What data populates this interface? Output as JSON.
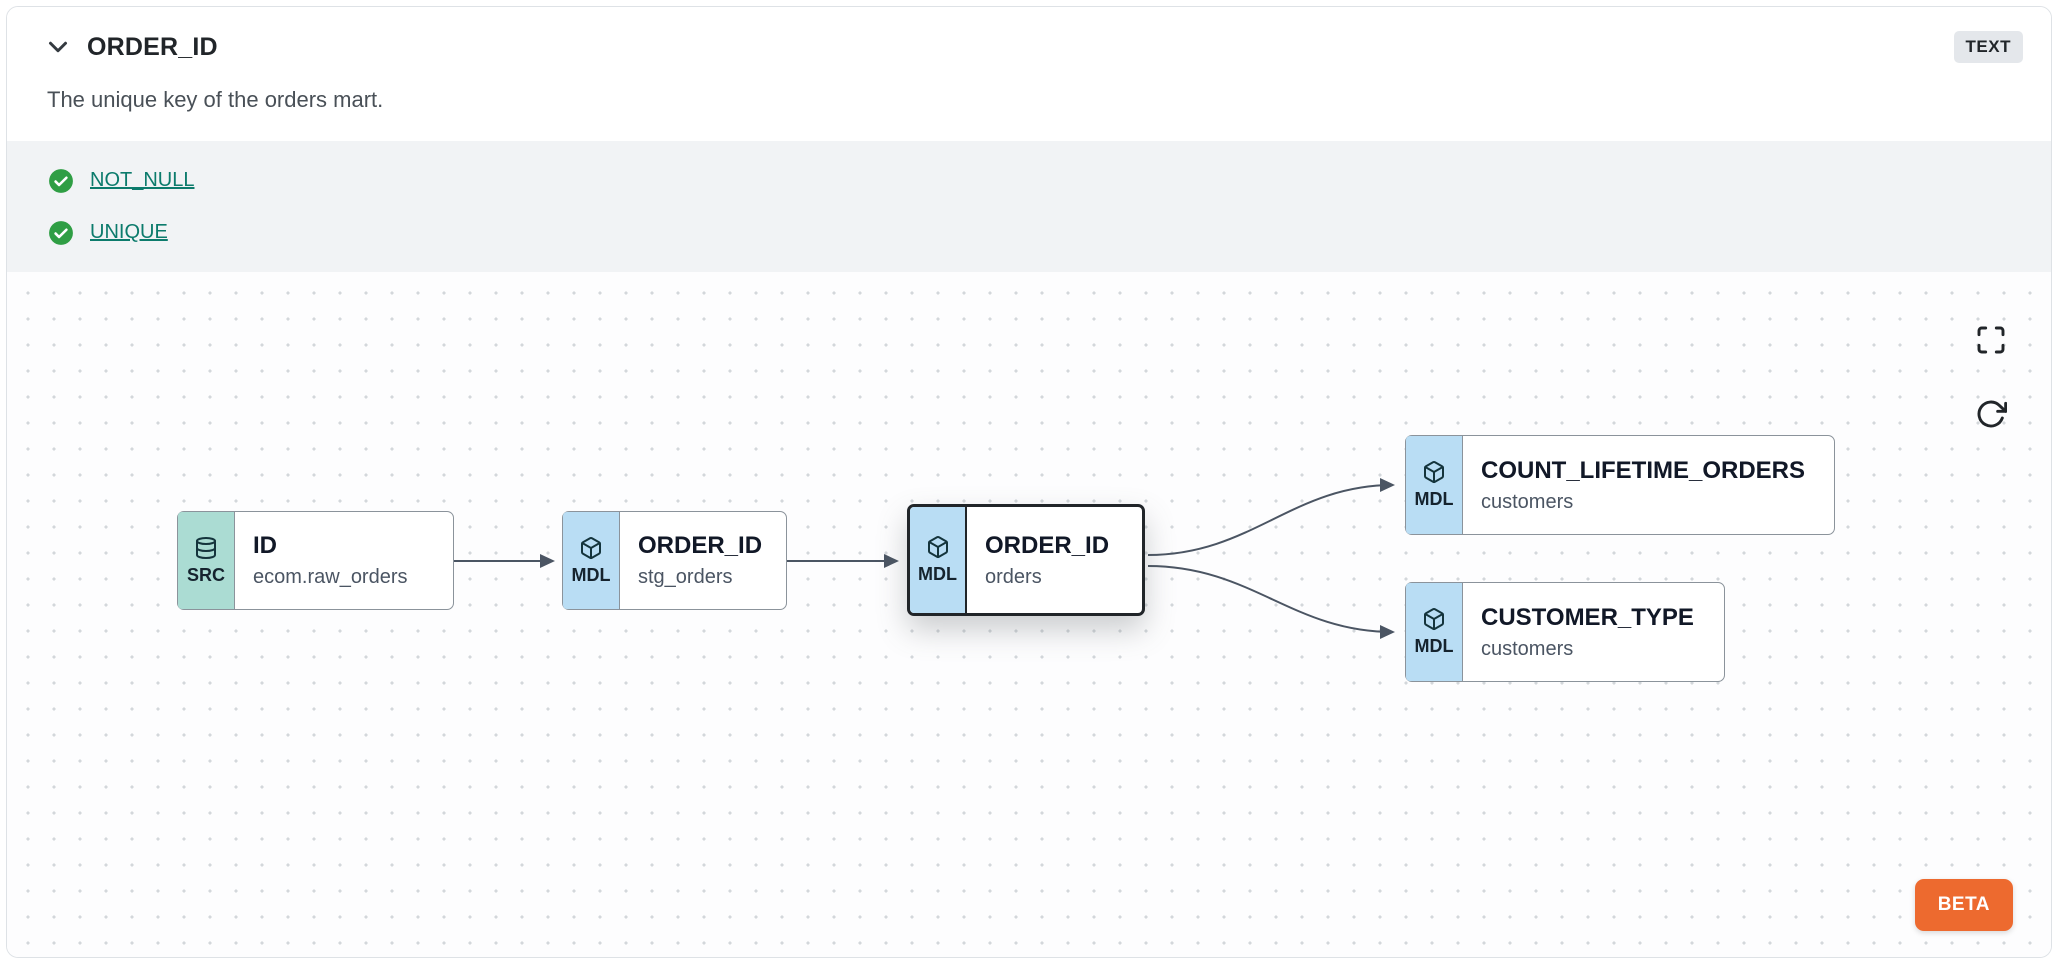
{
  "header": {
    "title": "ORDER_ID",
    "type_badge": "TEXT",
    "description": "The unique key of the orders mart."
  },
  "tests": [
    {
      "label": "NOT_NULL",
      "status": "pass"
    },
    {
      "label": "UNIQUE",
      "status": "pass"
    }
  ],
  "graph": {
    "nodes": [
      {
        "badge": "SRC",
        "title": "ID",
        "subtitle": "ecom.raw_orders",
        "kind": "source",
        "selected": false
      },
      {
        "badge": "MDL",
        "title": "ORDER_ID",
        "subtitle": "stg_orders",
        "kind": "model",
        "selected": false
      },
      {
        "badge": "MDL",
        "title": "ORDER_ID",
        "subtitle": "orders",
        "kind": "model",
        "selected": true
      },
      {
        "badge": "MDL",
        "title": "COUNT_LIFETIME_ORDERS",
        "subtitle": "customers",
        "kind": "model",
        "selected": false
      },
      {
        "badge": "MDL",
        "title": "CUSTOMER_TYPE",
        "subtitle": "customers",
        "kind": "model",
        "selected": false
      }
    ],
    "edges": [
      {
        "from": "ID (ecom.raw_orders)",
        "to": "ORDER_ID (stg_orders)"
      },
      {
        "from": "ORDER_ID (stg_orders)",
        "to": "ORDER_ID (orders)"
      },
      {
        "from": "ORDER_ID (orders)",
        "to": "COUNT_LIFETIME_ORDERS (customers)"
      },
      {
        "from": "ORDER_ID (orders)",
        "to": "CUSTOMER_TYPE (customers)"
      }
    ],
    "beta_label": "BETA"
  },
  "icons": [
    "chevron-down-icon",
    "check-circle-icon",
    "database-icon",
    "cube-icon",
    "maximize-icon",
    "refresh-icon"
  ],
  "colors": {
    "accent_orange": "#ED6A2F",
    "test_pass_green": "#2F9E44",
    "test_link_teal": "#0C7B6C",
    "source_badge_teal": "#ABDCD3",
    "model_badge_blue": "#B9DDF4",
    "selected_border": "#212529",
    "tests_strip_bg": "#F1F3F5"
  }
}
